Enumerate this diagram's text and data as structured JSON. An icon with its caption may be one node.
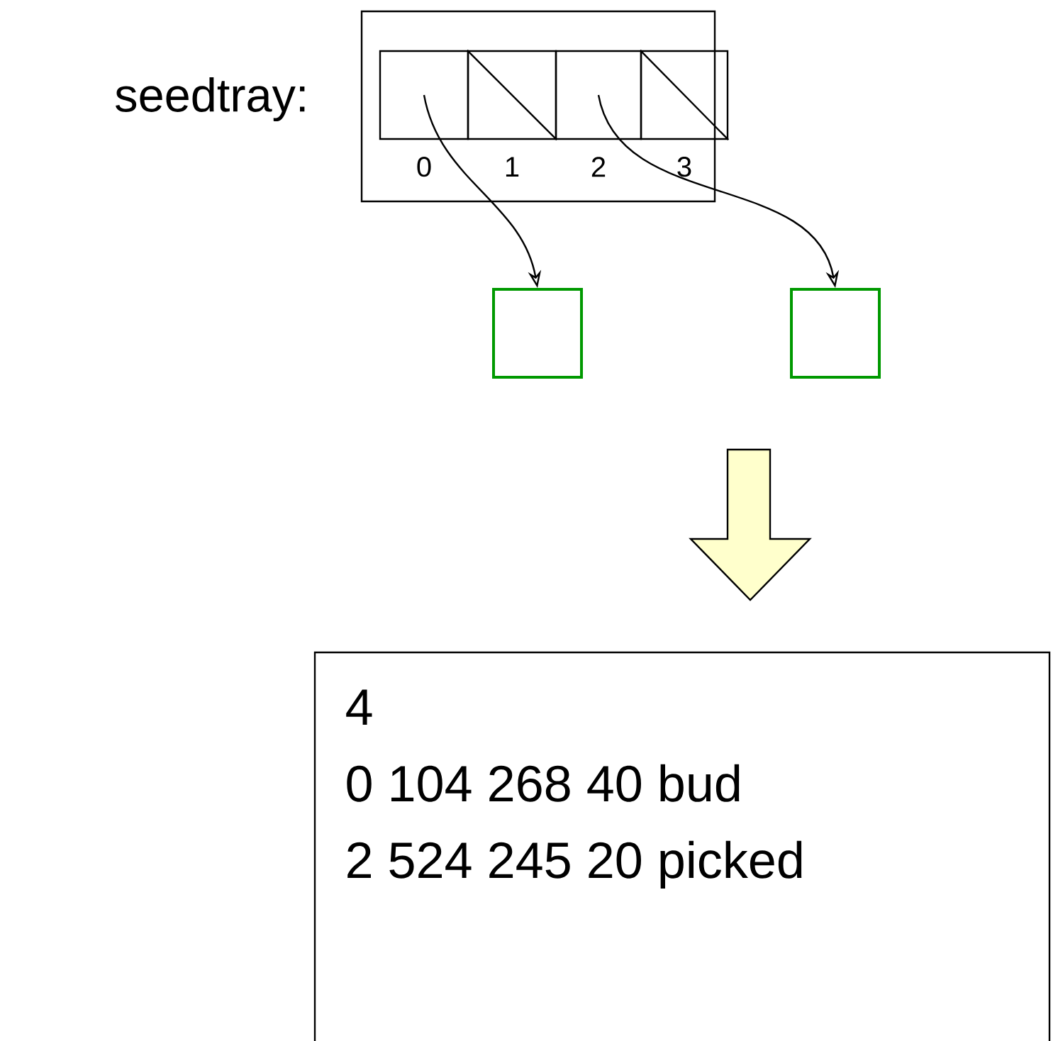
{
  "diagram": {
    "nodes": [
      {
        "text": [
          "seedtray:"
        ]
      },
      {
        "text": [],
        "shape": "box",
        "in": 0,
        "beside": [
          "0"
        ]
      },
      {
        "text": [],
        "shape": "box",
        "in": 0,
        "beside": [
          "1"
        ]
      },
      {
        "text": [],
        "shape": "box",
        "in": 0,
        "beside": [
          "2"
        ]
      },
      {
        "text": [],
        "shape": "box",
        "in": 0,
        "beside": [
          "3"
        ]
      },
      {
        "text": [],
        "shape": "box"
      },
      {
        "text": [],
        "shape": "box"
      },
      {
        "text": [
          "4",
          "0 104 268 40 bud",
          "2 524 245 20 picked"
        ]
      }
    ],
    "edges": [
      {
        "from": 1,
        "to": 5,
        "arrow": "to"
      },
      {
        "from": 3,
        "to": 6,
        "arrow": "to"
      }
    ]
  }
}
